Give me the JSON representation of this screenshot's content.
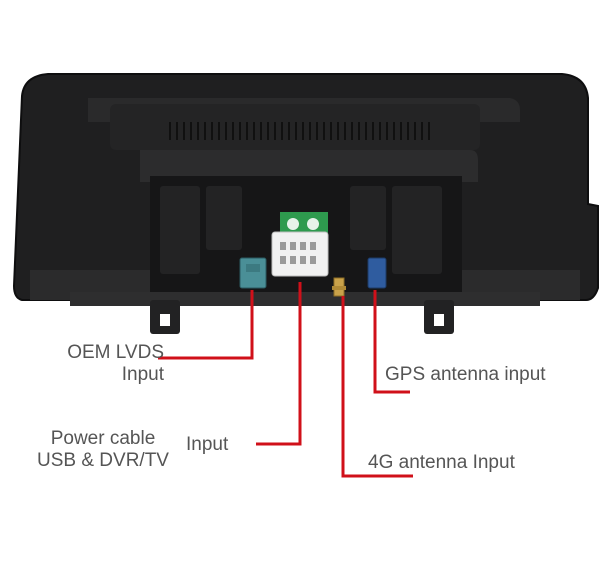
{
  "labels": {
    "oem_lvds": [
      "OEM LVDS",
      "Input"
    ],
    "power_cable": [
      "Power cable",
      "USB & DVR/TV"
    ],
    "power_input": "Input",
    "gps": "GPS antenna input",
    "g4": "4G antenna Input"
  },
  "colors": {
    "leader_line": "#d0101a",
    "label_text": "#555555",
    "lvds_connector": "#4a8f97",
    "gps_connector": "#2f5c9f",
    "power_board": "#2e9a4e",
    "sma_connector": "#c9a24a"
  }
}
